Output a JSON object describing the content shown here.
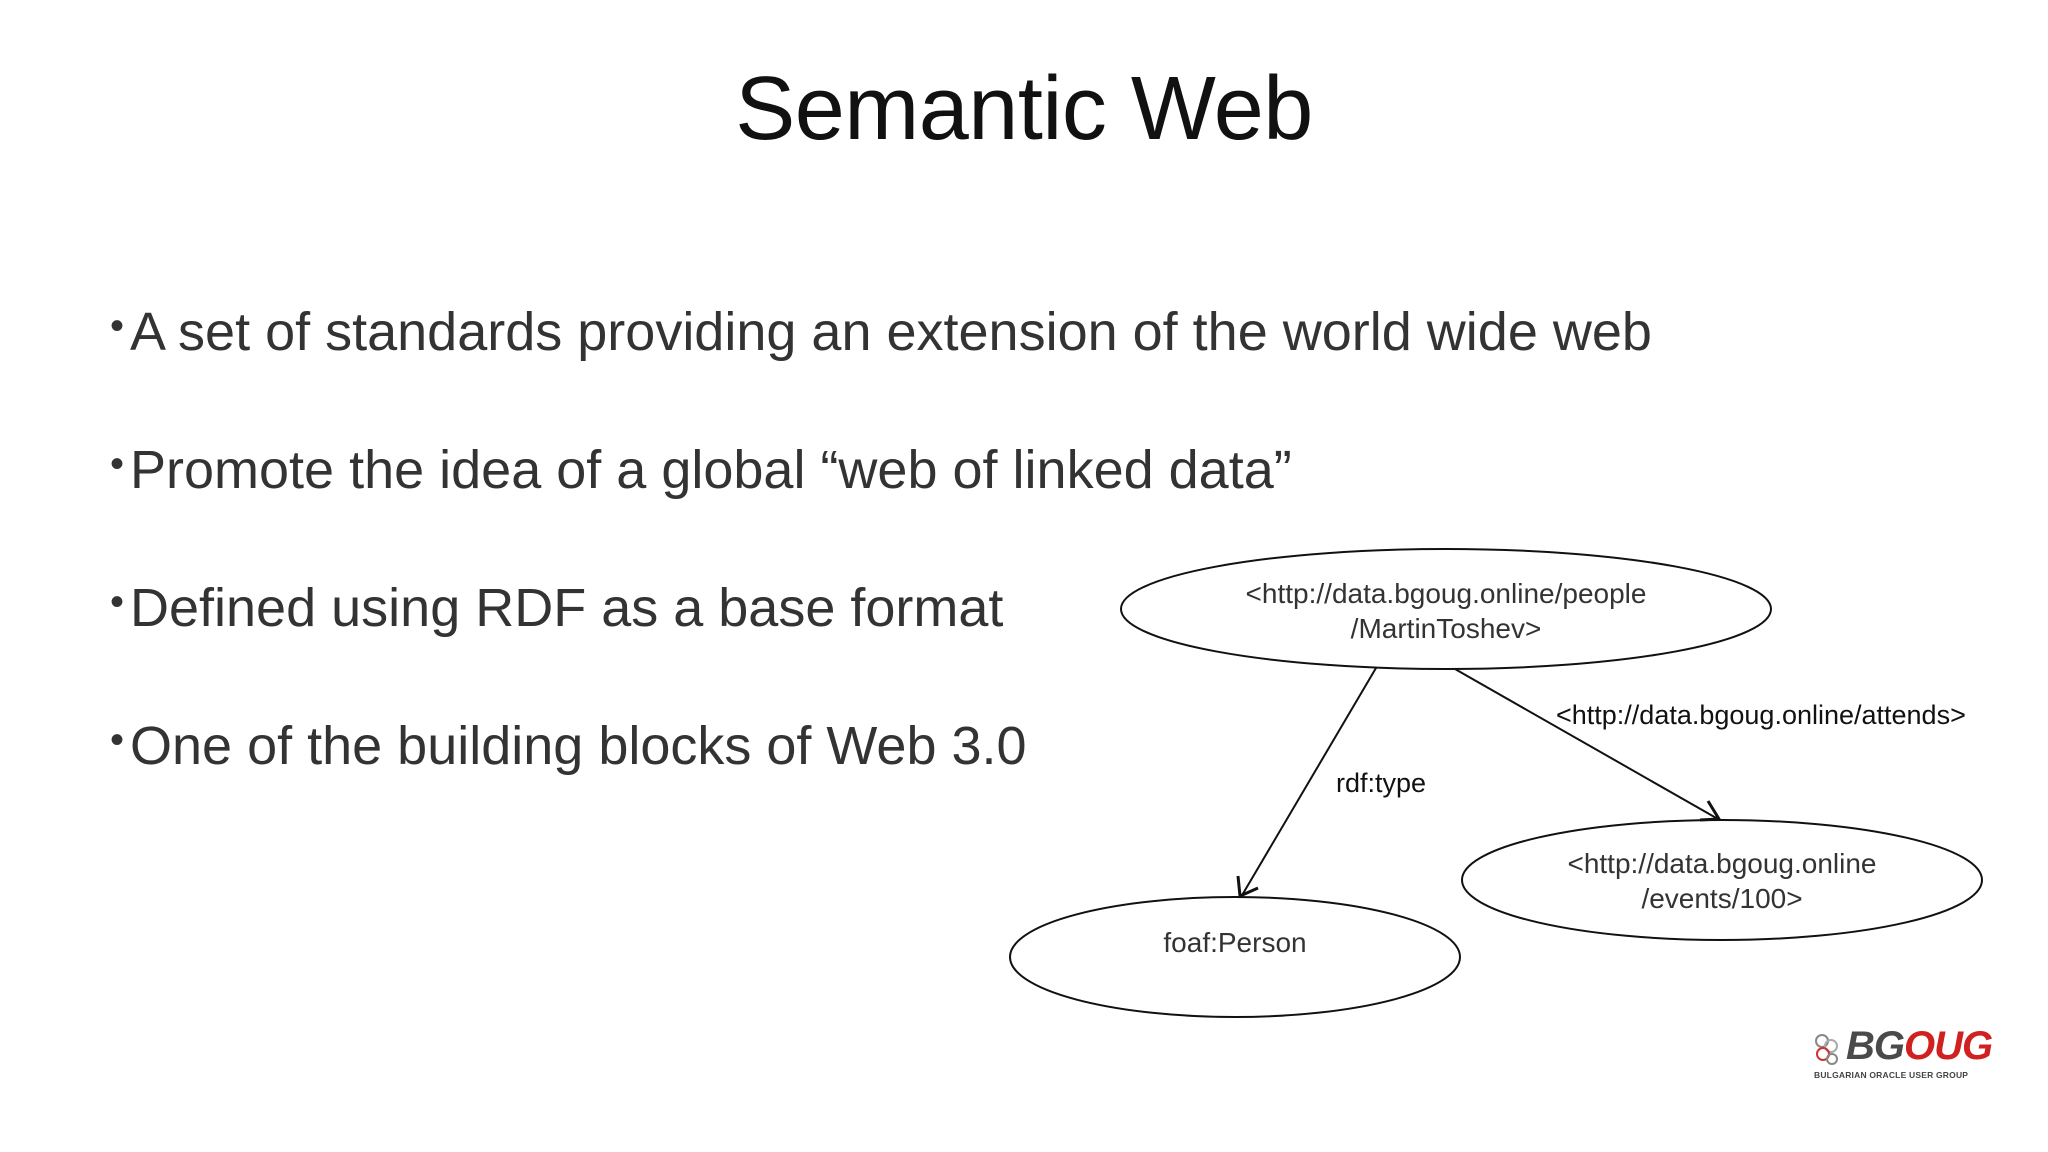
{
  "slide": {
    "title": "Semantic Web",
    "bullet_marker": "•",
    "bullets": [
      "A set of standards providing an extension of the world wide web",
      "Promote the idea of a global “web of linked data”",
      "Defined using RDF as a base format",
      "One of the building blocks of Web 3.0"
    ]
  },
  "diagram": {
    "nodes": {
      "subject": {
        "line1": "<http://data.bgoug.online/people",
        "line2": "/MartinToshev>"
      },
      "type_object": {
        "line1": "foaf:Person"
      },
      "event_object": {
        "line1": "<http://data.bgoug.online",
        "line2": "/events/100>"
      }
    },
    "edges": {
      "type_edge": {
        "label": "rdf:type"
      },
      "attends_edge": {
        "label": "<http://data.bgoug.online/attends>"
      }
    }
  },
  "logo": {
    "brand_prefix": "BG",
    "brand_suffix": "OUG",
    "subtitle": "BULGARIAN ORACLE USER GROUP",
    "prefix_color": "#4a4a4a",
    "suffix_color": "#d0201f"
  }
}
